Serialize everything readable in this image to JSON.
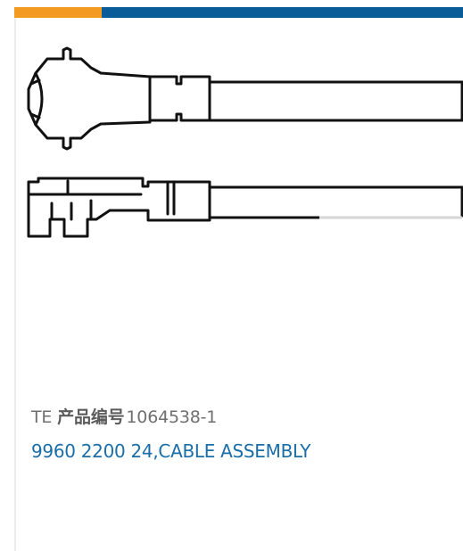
{
  "product": {
    "brand": "TE",
    "part_label": "产品编号",
    "part_number": "1064538-1",
    "title": "9960 2200 24,CABLE ASSEMBLY"
  },
  "colors": {
    "accent_orange": "#f29a21",
    "accent_blue": "#0a5c98",
    "link_blue": "#1a6ea8",
    "text_gray": "#6f6f6f"
  },
  "image": {
    "icon": "cable-assembly-drawing"
  }
}
